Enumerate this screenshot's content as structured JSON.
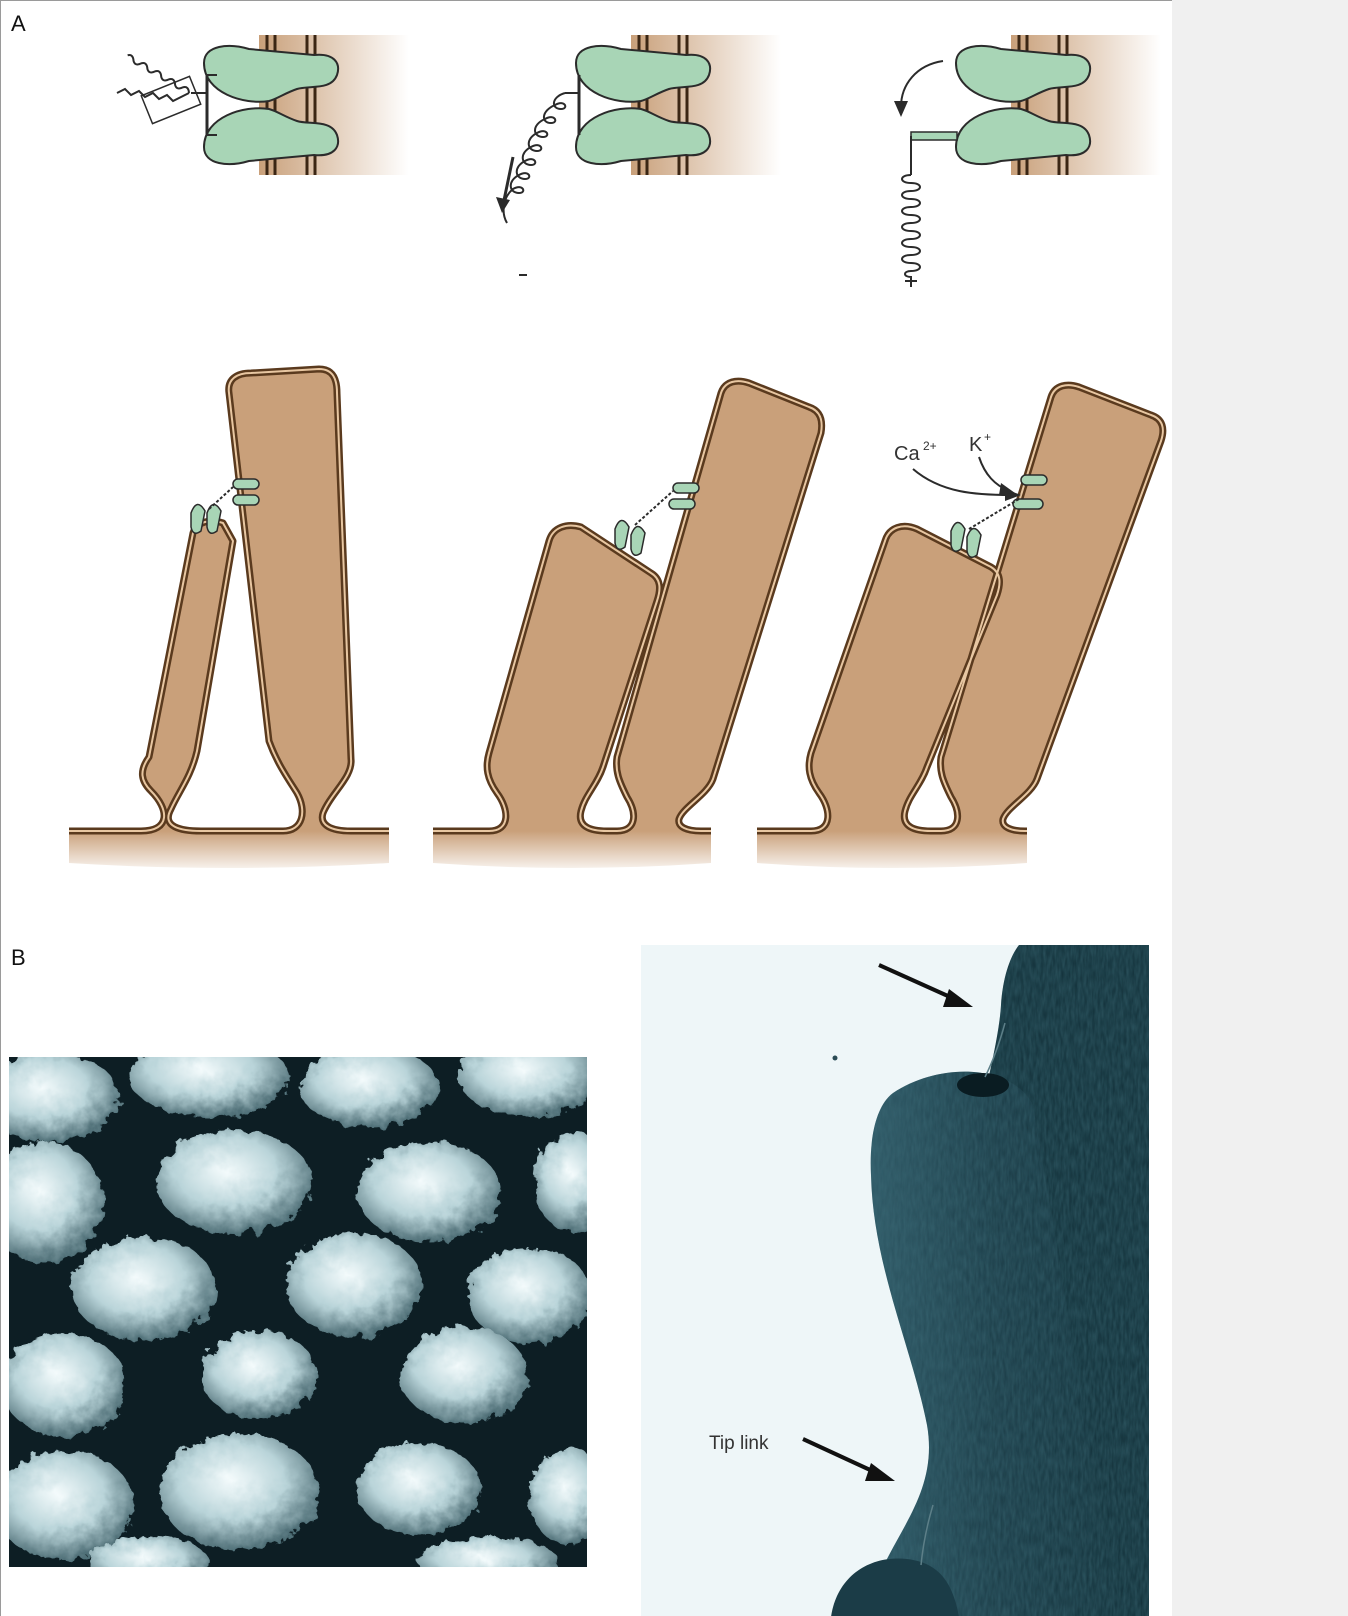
{
  "panel_a": {
    "label": "A"
  },
  "panel_b": {
    "label": "B"
  },
  "ions": {
    "calcium": "Ca",
    "calcium_sup": "2+",
    "potassium": "K",
    "potassium_sup": "+"
  },
  "tip_link": {
    "label": "Tip link"
  },
  "colors": {
    "stereocilium_fill": "#c9a07a",
    "stereocilium_outline": "#5a3a1e",
    "channel": "#a8d5b6",
    "sem_dark": "#0d1e24",
    "sem_light": "#d9ecef",
    "tem_background": "#eef6f8",
    "tem_dark": "#1d3f4a"
  }
}
